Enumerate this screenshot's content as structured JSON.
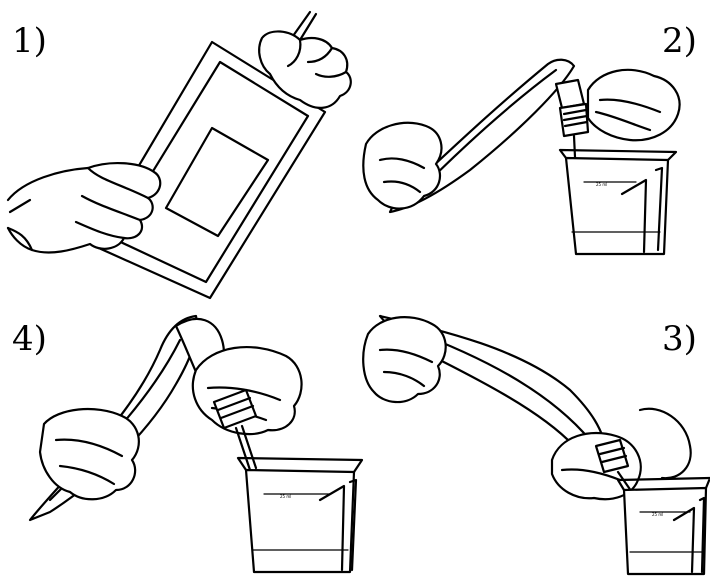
{
  "steps": [
    {
      "label": "1)"
    },
    {
      "label": "2)"
    },
    {
      "label": "3)"
    },
    {
      "label": "4)"
    }
  ],
  "container_marking": "25 ml"
}
